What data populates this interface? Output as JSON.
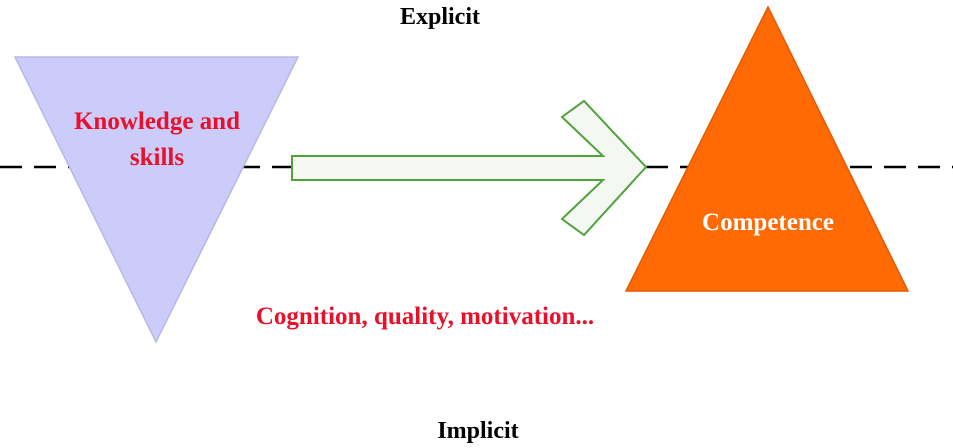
{
  "labels": {
    "top": "Explicit",
    "bottom": "Implicit",
    "knowledge_line1": "Knowledge and",
    "knowledge_line2": "skills",
    "competence": "Competence",
    "hidden_factors": "Cognition, quality, motivation..."
  },
  "colors": {
    "inverted_triangle_fill": "#ccccfa",
    "inverted_triangle_stroke": "#b8b8e6",
    "competence_triangle_fill": "#ff6a05",
    "competence_triangle_stroke": "#e35a00",
    "arrow_fill": "#f4f7f2",
    "arrow_stroke": "#4ea33a",
    "red_text": "#e8102a",
    "white_text": "#ffffff",
    "black_text": "#000000",
    "dashed_line": "#000000"
  },
  "icons": {
    "arrow": "right-arrow-icon"
  }
}
